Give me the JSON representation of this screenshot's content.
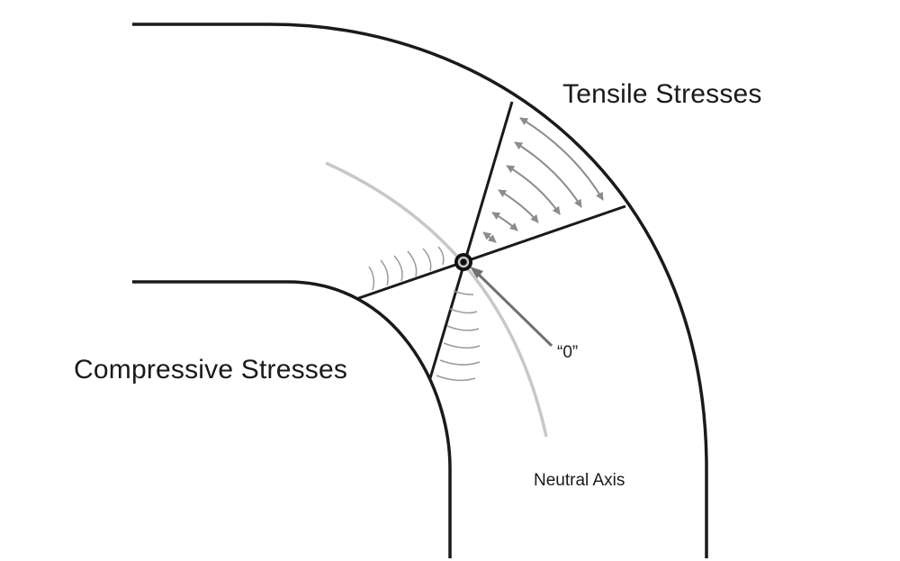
{
  "labels": {
    "tensile": "Tensile Stresses",
    "compressive": "Compressive Stresses",
    "zero": "“0”",
    "neutral_axis": "Neutral Axis"
  },
  "colors": {
    "outline": "#1a1a1a",
    "neutral_axis": "#c8c8c8",
    "stress_arrows": "#8c8c8c",
    "compression_arcs": "#9a9a9a",
    "leader": "#707070"
  }
}
